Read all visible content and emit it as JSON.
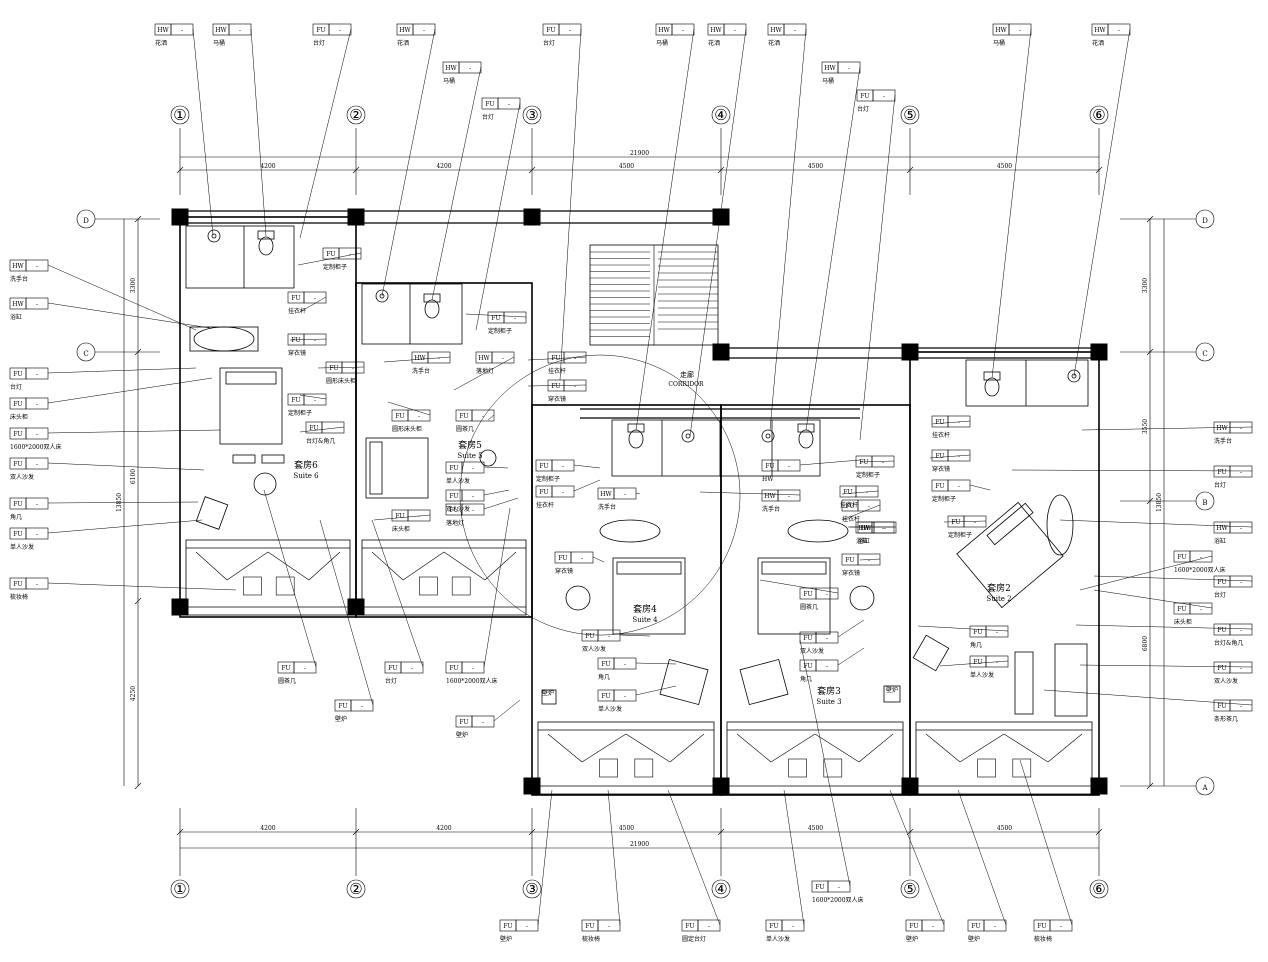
{
  "axes": {
    "top": [
      "①",
      "②",
      "③",
      "④",
      "⑤",
      "⑥"
    ],
    "bottom": [
      "①",
      "②",
      "③",
      "④",
      "⑤",
      "⑥"
    ],
    "left": [
      "D",
      "C"
    ],
    "right": [
      "D",
      "C",
      "B",
      "A"
    ]
  },
  "dimensions": {
    "top_total": "21900",
    "top_segments": [
      "4200",
      "4200",
      "4500",
      "4500",
      "4500"
    ],
    "bottom_total": "21900",
    "bottom_segments": [
      "4200",
      "4200",
      "4500",
      "4500",
      "4500"
    ],
    "left_total": "13850",
    "left_segments": [
      "3300",
      "6100",
      "4250"
    ],
    "right_total": "13850",
    "right_segments": [
      "3300",
      "3550",
      "6800"
    ]
  },
  "rooms": [
    {
      "name": "套房6",
      "en": "Suite 6"
    },
    {
      "name": "套房5",
      "en": "Suite 5"
    },
    {
      "name": "套房4",
      "en": "Suite 4"
    },
    {
      "name": "套房3",
      "en": "Suite 3"
    },
    {
      "name": "套房2",
      "en": "Suite 2"
    }
  ],
  "corridor": {
    "cn": "走廊",
    "en": "CORRIDOR"
  },
  "fireplace_label": "壁炉",
  "tags": [
    {
      "code": "HW",
      "label": "花洒"
    },
    {
      "code": "HW",
      "label": "马桶"
    },
    {
      "code": "FU",
      "label": "台灯"
    },
    {
      "code": "HW",
      "label": "花洒"
    },
    {
      "code": "HW",
      "label": "马桶"
    },
    {
      "code": "FU",
      "label": "台灯"
    },
    {
      "code": "FU",
      "label": "台灯"
    },
    {
      "code": "HW",
      "label": "马桶"
    },
    {
      "code": "HW",
      "label": "花洒"
    },
    {
      "code": "HW",
      "label": "花洒"
    },
    {
      "code": "HW",
      "label": "马桶"
    },
    {
      "code": "FU",
      "label": "台灯"
    },
    {
      "code": "HW",
      "label": "马桶"
    },
    {
      "code": "HW",
      "label": "花洒"
    },
    {
      "code": "HW",
      "label": "洗手台"
    },
    {
      "code": "HW",
      "label": "浴缸"
    },
    {
      "code": "FU",
      "label": "台灯"
    },
    {
      "code": "FU",
      "label": "床头柜"
    },
    {
      "code": "FU",
      "label": "1600*2000双人床"
    },
    {
      "code": "FU",
      "label": "双人沙发"
    },
    {
      "code": "FU",
      "label": "角几"
    },
    {
      "code": "FU",
      "label": "单人沙发"
    },
    {
      "code": "FU",
      "label": "梳妆椅"
    },
    {
      "code": "HW",
      "label": "洗手台"
    },
    {
      "code": "FU",
      "label": "台灯"
    },
    {
      "code": "HW",
      "label": "浴缸"
    },
    {
      "code": "FU",
      "label": "1600*2000双人床"
    },
    {
      "code": "FU",
      "label": "台灯"
    },
    {
      "code": "FU",
      "label": "床头柜"
    },
    {
      "code": "FU",
      "label": "台灯&角几"
    },
    {
      "code": "FU",
      "label": "双人沙发"
    },
    {
      "code": "FU",
      "label": "条形茶几"
    },
    {
      "code": "FU",
      "label": "定制柜子"
    },
    {
      "code": "FU",
      "label": "挂衣杆"
    },
    {
      "code": "FU",
      "label": "穿衣镜"
    },
    {
      "code": "FU",
      "label": "圆形床头柜"
    },
    {
      "code": "FU",
      "label": "定制柜子"
    },
    {
      "code": "FU",
      "label": "台灯&角几"
    },
    {
      "code": "HW",
      "label": "洗手台"
    },
    {
      "code": "FU",
      "label": "圆形床头柜"
    },
    {
      "code": "HW",
      "label": "落地灯"
    },
    {
      "code": "FU",
      "label": "圆茶几"
    },
    {
      "code": "FU",
      "label": "单人沙发"
    },
    {
      "code": "FU",
      "label": "双人沙发"
    },
    {
      "code": "FU",
      "label": "落地灯"
    },
    {
      "code": "FU",
      "label": "床头柜"
    },
    {
      "code": "FU",
      "label": "定制柜子"
    },
    {
      "code": "FU",
      "label": "挂衣杆"
    },
    {
      "code": "FU",
      "label": "穿衣镜"
    },
    {
      "code": "FU",
      "label": "定制柜子"
    },
    {
      "code": "FU",
      "label": "挂衣杆"
    },
    {
      "code": "HW",
      "label": "洗手台"
    },
    {
      "code": "HW",
      "label": "浴缸"
    },
    {
      "code": "FU",
      "label": "穿衣镜"
    },
    {
      "code": "FU",
      "label": "双人沙发"
    },
    {
      "code": "FU",
      "label": "角几"
    },
    {
      "code": "FU",
      "label": "单人沙发"
    },
    {
      "code": "FU",
      "label": "HW"
    },
    {
      "code": "FU",
      "label": "挂衣杆"
    },
    {
      "code": "FU",
      "label": "定制柜子"
    },
    {
      "code": "HW",
      "label": "洗手台"
    },
    {
      "code": "FU",
      "label": "挂衣杆"
    },
    {
      "code": "HW",
      "label": "浴缸"
    },
    {
      "code": "FU",
      "label": "穿衣镜"
    },
    {
      "code": "FU",
      "label": "圆茶几"
    },
    {
      "code": "FU",
      "label": "双人沙发"
    },
    {
      "code": "FU",
      "label": "角几"
    },
    {
      "code": "FU",
      "label": "挂衣杆"
    },
    {
      "code": "FU",
      "label": "穿衣镜"
    },
    {
      "code": "FU",
      "label": "定制柜子"
    },
    {
      "code": "FU",
      "label": "定制柜子"
    },
    {
      "code": "FU",
      "label": "角几"
    },
    {
      "code": "FU",
      "label": "单人沙发"
    },
    {
      "code": "FU",
      "label": "圆茶几"
    },
    {
      "code": "FU",
      "label": "壁炉"
    },
    {
      "code": "FU",
      "label": "台灯"
    },
    {
      "code": "FU",
      "label": "1600*2000双人床"
    },
    {
      "code": "FU",
      "label": "壁炉"
    },
    {
      "code": "FU",
      "label": "1600*2000双人床"
    },
    {
      "code": "FU",
      "label": "壁炉"
    },
    {
      "code": "FU",
      "label": "梳妆椅"
    },
    {
      "code": "FU",
      "label": "圆定台灯"
    },
    {
      "code": "FU",
      "label": "单人沙发"
    },
    {
      "code": "FU",
      "label": "壁炉"
    },
    {
      "code": "FU",
      "label": "壁炉"
    },
    {
      "code": "FU",
      "label": "梳妆椅"
    }
  ]
}
